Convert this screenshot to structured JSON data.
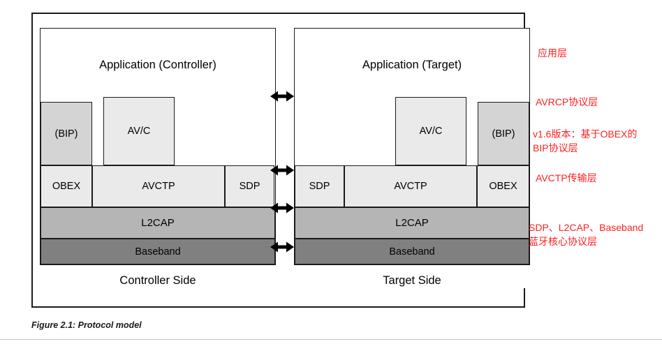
{
  "figure": {
    "caption": "Figure 2.1: Protocol model"
  },
  "panels": [
    {
      "id": "controller",
      "side_label": "Controller Side",
      "application": "Application\n(Controller)",
      "boxes": {
        "bip": "(BIP)",
        "avc": "AV/C",
        "obex": "OBEX",
        "avctp": "AVCTP",
        "sdp": "SDP",
        "l2cap": "L2CAP",
        "baseband": "Baseband"
      }
    },
    {
      "id": "target",
      "side_label": "Target Side",
      "application": "Application\n(Target)",
      "boxes": {
        "bip": "(BIP)",
        "avc": "AV/C",
        "obex": "OBEX",
        "avctp": "AVCTP",
        "sdp": "SDP",
        "l2cap": "L2CAP",
        "baseband": "Baseband"
      }
    }
  ],
  "connectors": [
    {
      "name": "application-link",
      "glyph": "double-arrow-horizontal"
    },
    {
      "name": "avctp-link",
      "glyph": "double-arrow-horizontal"
    },
    {
      "name": "l2cap-link",
      "glyph": "double-arrow-horizontal"
    },
    {
      "name": "baseband-link",
      "glyph": "double-arrow-horizontal"
    }
  ],
  "annotations": [
    {
      "name": "application-layer",
      "text": "应用层"
    },
    {
      "name": "avrcp-protocol-layer",
      "text": "AVRCP协议层"
    },
    {
      "name": "bip-obex-layer",
      "text": "v1.6版本：基于OBEX的\nBIP协议层"
    },
    {
      "name": "avctp-transport-layer",
      "text": "AVCTP传输层"
    },
    {
      "name": "bluetooth-core-layer",
      "text": "SDP、L2CAP、Baseband\n蓝牙核心协议层"
    }
  ],
  "colors": {
    "annotation_red": "#ff2020",
    "fill_light": "#eaeaea",
    "fill_mid": "#d4d4d4",
    "fill_l2cap": "#b5b5b5",
    "fill_baseband": "#808080",
    "stroke": "#1a1a1a"
  }
}
